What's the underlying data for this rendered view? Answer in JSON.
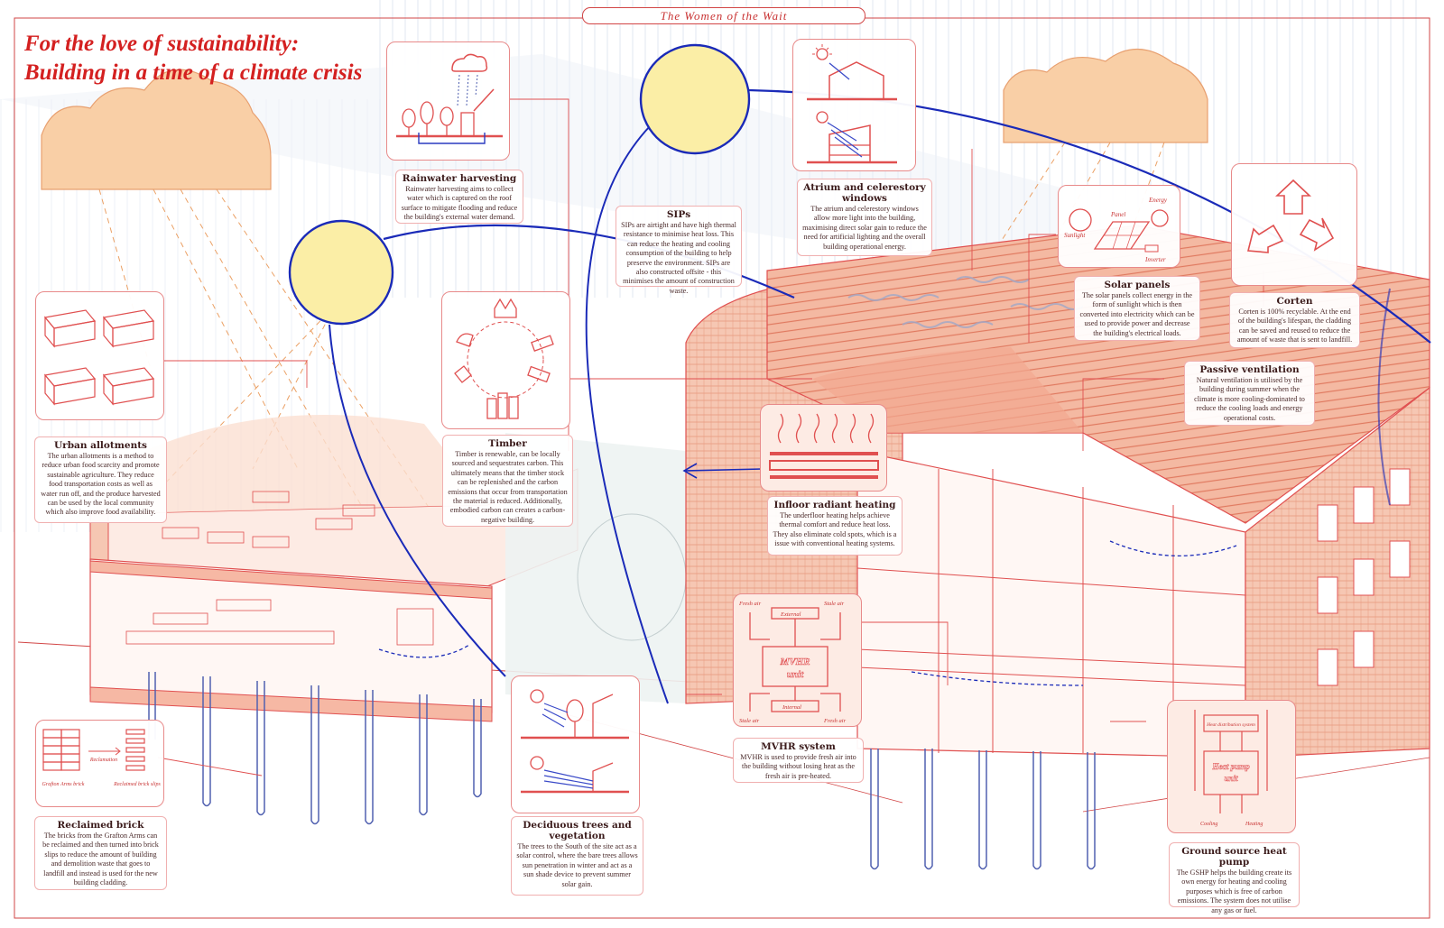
{
  "header": {
    "project_title": "The Women of the Wait",
    "title_line1": "For  the  love  of  sustainability:",
    "title_line2": "Building in a time of a climate crisis"
  },
  "colors": {
    "accent_red": "#d42020",
    "line_red": "#e05050",
    "blue": "#1a2ab8",
    "sun_fill": "#fbeea6",
    "cloud_fill": "#f9cfa6",
    "building_fill": "#f5c4b0"
  },
  "features": [
    {
      "id": "rainwater",
      "title": "Rainwater harvesting",
      "text": "Rainwater harvesting aims to collect water which is captured on the roof surface to mitigate flooding and reduce the building's external water demand.",
      "icon": "rain-cloud-icon"
    },
    {
      "id": "sips",
      "title": "SIPs",
      "text": "SIPs are airtight and have high thermal resistance to minimise heat loss. This can reduce the heating and cooling consumption of the building to help preserve the environment. SIPs are also constructed offsite - this minimises the amount of construction waste.",
      "icon": ""
    },
    {
      "id": "atrium",
      "title": "Atrium and celerestory windows",
      "text": "The atrium and celerestory windows allow more light into the building, maximising direct solar gain to reduce the need for artificial lighting and the overall building operational energy.",
      "icon": "atrium-section-icon"
    },
    {
      "id": "solar",
      "title": "Solar panels",
      "text": "The solar panels collect energy in the form of sunlight which is then converted into electricity which can be used to provide power and decrease the building's electrical loads.",
      "icon": "solar-panel-icon"
    },
    {
      "id": "corten",
      "title": "Corten",
      "text": "Corten is 100% recyclable. At the end of the building's lifespan, the cladding can be saved and reused to reduce the amount of waste that is sent to landfill.",
      "icon": "recycle-icon"
    },
    {
      "id": "passive",
      "title": "Passive ventilation",
      "text": "Natural ventilation is utilised by the building during summer when the climate is more cooling-dominated to reduce the cooling loads and energy operational costs.",
      "icon": ""
    },
    {
      "id": "allotments",
      "title": "Urban allotments",
      "text": "The urban allotments is a method to reduce urban food scarcity and promote sustainable agriculture. They reduce food transportation costs as well as water run off, and the produce harvested can be used by the local community which also improve food availability.",
      "icon": "planter-box-icon"
    },
    {
      "id": "timber",
      "title": "Timber",
      "text": "Timber is renewable, can be locally sourced and sequestrates carbon. This ultimately means that the timber stock can be replenished and the carbon emissions that occur from transportation the material is reduced. Additionally, embodied carbon can creates a carbon-negative building.",
      "icon": "timber-cycle-icon"
    },
    {
      "id": "infloor",
      "title": "Infloor radiant heating",
      "text": "The underfloor heating helps achieve thermal comfort and reduce heat loss. They also eliminate cold spots, which is a issue with conventional heating systems.",
      "icon": "radiant-heat-icon"
    },
    {
      "id": "mvhr",
      "title": "MVHR system",
      "text": "MVHR is used to provide fresh air into the building without losing heat as the fresh air is pre-heated.",
      "icon": "mvhr-unit-icon"
    },
    {
      "id": "brick",
      "title": "Reclaimed brick",
      "text": "The bricks from the Grafton Arms can be reclaimed and then turned into brick slips to reduce the amount of building and demolition waste that goes to landfill and instead is used for the new building cladding.",
      "icon": "brick-icon"
    },
    {
      "id": "trees",
      "title": "Deciduous trees and vegetation",
      "text": "The trees to the South of the site act as a solar control, where the bare trees allows sun penetration in winter and act as a sun shade device to prevent summer solar gain.",
      "icon": "tree-sun-icon"
    },
    {
      "id": "gshp",
      "title": "Ground source heat pump",
      "text": "The GSHP helps the building create its own energy for heating and cooling purposes which is free of carbon emissions. The system does not utilise any gas or fuel.",
      "icon": "heat-pump-icon"
    }
  ],
  "icon_labels": {
    "solar_sunlight": "Sunlight",
    "solar_panel": "Panel",
    "solar_energy": "Energy",
    "solar_inverter": "Inverter",
    "mvhr_fresh1": "Fresh air",
    "mvhr_stale1": "Stale air",
    "mvhr_external": "External",
    "mvhr_unit_l1": "MVHR",
    "mvhr_unit_l2": "unit",
    "mvhr_internal": "Internal",
    "mvhr_stale2": "Stale air",
    "mvhr_fresh2": "Fresh air",
    "brick_from": "Grafton Arms brick",
    "brick_process": "Reclamation",
    "brick_to": "Reclaimed brick slips",
    "gshp_dist": "Heat distribution system",
    "gshp_unit_l1": "Heat pump",
    "gshp_unit_l2": "unit",
    "gshp_cooling": "Cooling",
    "gshp_heating": "Heating"
  }
}
